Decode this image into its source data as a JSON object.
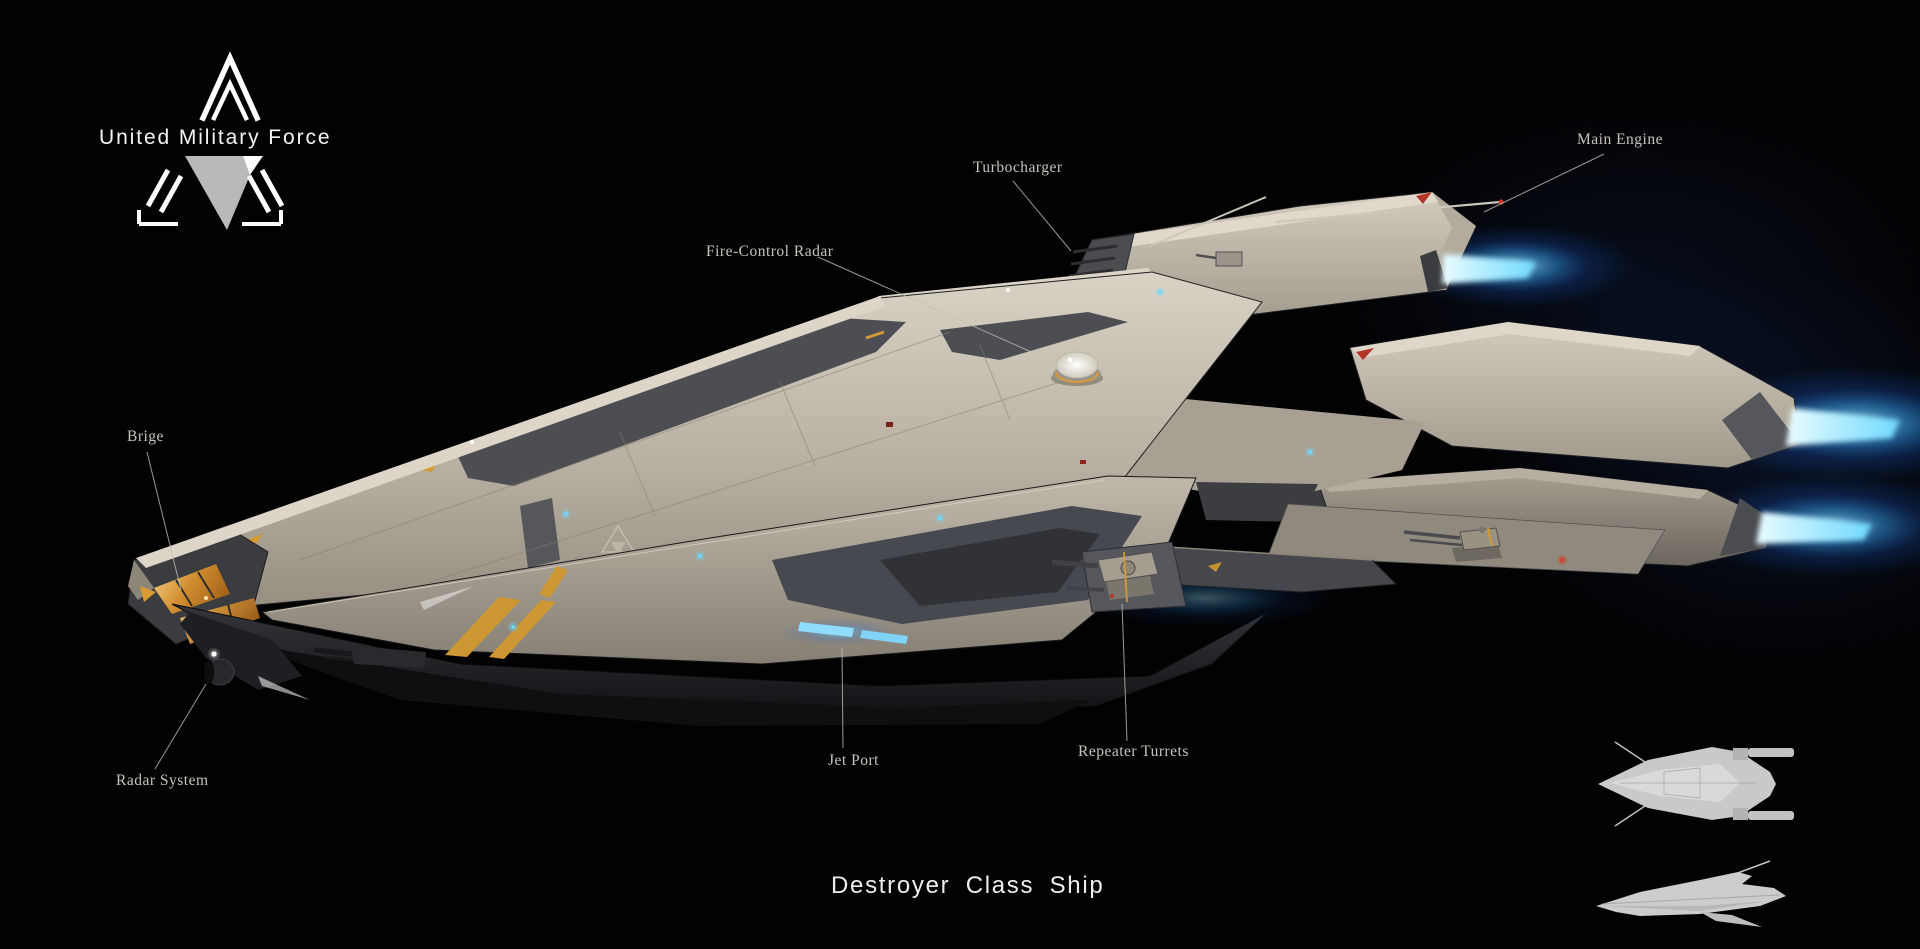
{
  "logo": {
    "org_name": "United Military Force",
    "chevron_icon": "double-chevron-icon",
    "emblem_icon": "umf-triangle-emblem-icon"
  },
  "title": {
    "text": "Destroyer Class Ship"
  },
  "callouts": [
    {
      "id": "main-engine",
      "label": "Main Engine"
    },
    {
      "id": "turbocharger",
      "label": "Turbocharger"
    },
    {
      "id": "fire-control-radar",
      "label": "Fire-Control Radar"
    },
    {
      "id": "brige",
      "label": "Brige"
    },
    {
      "id": "radar-system",
      "label": "Radar System"
    },
    {
      "id": "jet-port",
      "label": "Jet Port"
    },
    {
      "id": "repeater-turrets",
      "label": "Repeater Turrets"
    }
  ],
  "colors": {
    "background": "#020203",
    "hull_light": "#d9d3c5",
    "hull_mid": "#b5ae9f",
    "hull_dark": "#847e72",
    "panel_dark": "#4c4e53",
    "keel_dark": "#17181b",
    "accent_ochre": "#cd9733",
    "cockpit_amber": "#e8a83f",
    "engine_glow_blue": "#5fd6ff",
    "warning_red": "#b23527",
    "label_text": "#c9c4b9"
  },
  "mini_views": {
    "top_view_icon": "top-view-silhouette",
    "side_view_icon": "side-view-silhouette"
  }
}
